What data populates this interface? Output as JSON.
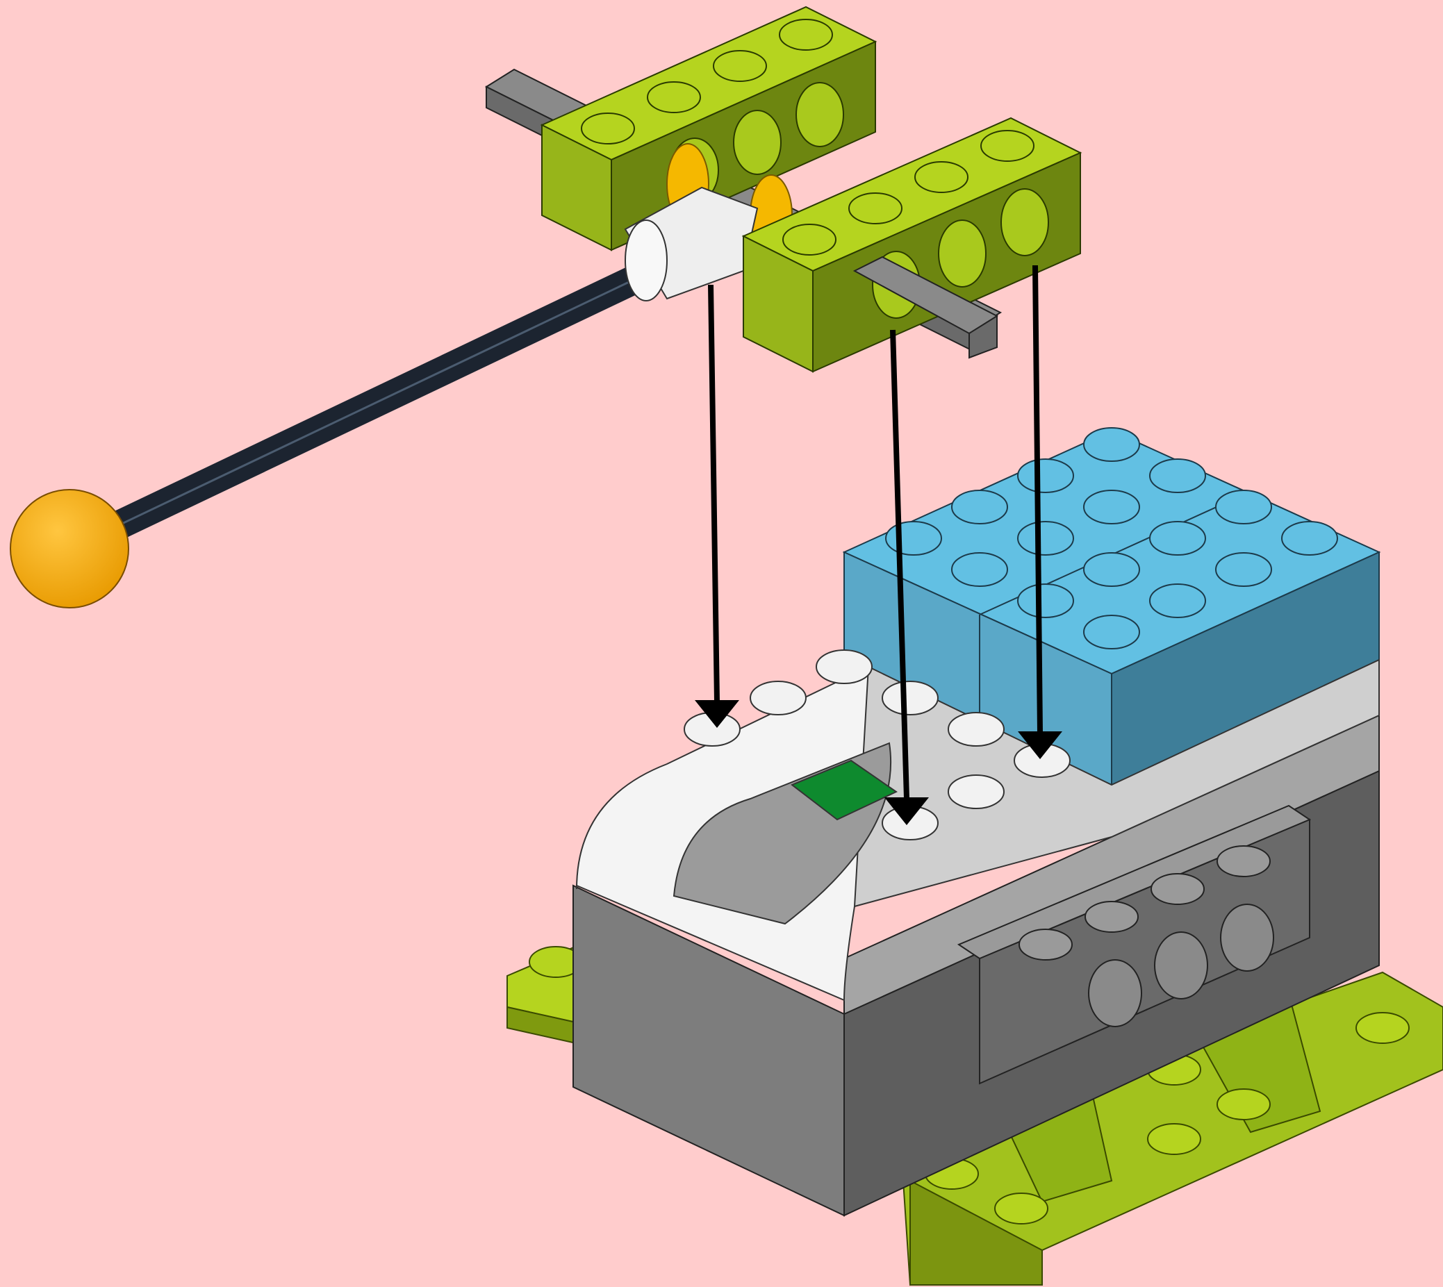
{
  "diagram": {
    "type": "assembly-instruction",
    "background": "#ffcccc",
    "parts": [
      {
        "name": "upper-green-technic-beam",
        "color": "#97b51a"
      },
      {
        "name": "lower-green-technic-beam",
        "color": "#97b51a"
      },
      {
        "name": "grey-cross-axle",
        "color": "#8a8a8a"
      },
      {
        "name": "white-bushing-connector",
        "color": "#f2f2f2"
      },
      {
        "name": "yellow-half-bushing",
        "color": "#f5b800"
      },
      {
        "name": "black-flex-rod",
        "color": "#1c2430"
      },
      {
        "name": "orange-ball",
        "color": "#f0a300"
      },
      {
        "name": "white-smarthub",
        "color": "#f4f4f4"
      },
      {
        "name": "hub-green-button",
        "color": "#0e8a2e"
      },
      {
        "name": "blue-brick-stack",
        "color": "#5bb7d8"
      },
      {
        "name": "grey-technic-beam",
        "color": "#8d8d8d"
      },
      {
        "name": "lime-base-plate",
        "color": "#a2c21d"
      }
    ],
    "arrows": [
      {
        "name": "assembly-arrow-left",
        "color": "#000000"
      },
      {
        "name": "assembly-arrow-middle",
        "color": "#000000"
      },
      {
        "name": "assembly-arrow-right",
        "color": "#000000"
      }
    ]
  }
}
